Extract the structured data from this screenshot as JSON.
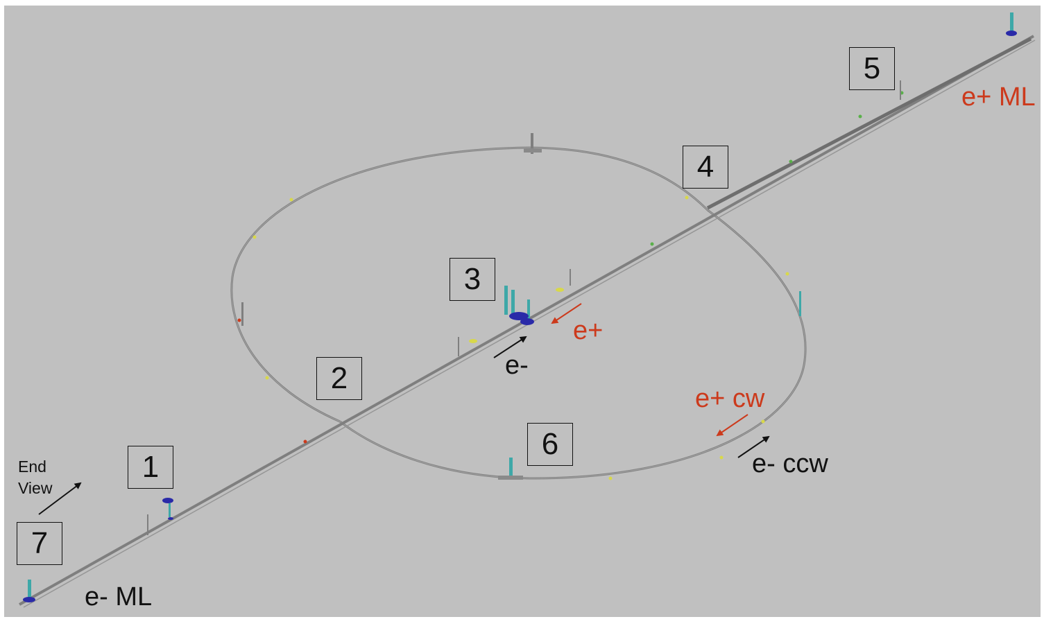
{
  "colors": {
    "background": "#c0c0c0",
    "frame": "#ffffff",
    "beamline": "#7f7f7f",
    "positron": "#cc3a1c",
    "electron": "#111111",
    "box_border": "#111111",
    "component_teal": "#3ea8a8",
    "component_blue": "#2a2aa8",
    "marker_yellow": "#d8d84a",
    "marker_green": "#5ab04a"
  },
  "boxes": {
    "b1": "1",
    "b2": "2",
    "b3": "3",
    "b4": "4",
    "b5": "5",
    "b6": "6",
    "b7": "7"
  },
  "labels": {
    "e_plus_ml": "e+ ML",
    "e_minus_ml": "e- ML",
    "e_plus": "e+",
    "e_minus": "e-",
    "e_plus_cw": "e+ cw",
    "e_minus_ccw": "e- ccw",
    "end_view_line1": "End",
    "end_view_line2": "View"
  },
  "icons": [
    "arrow-icon",
    "beamline-component-icon"
  ]
}
